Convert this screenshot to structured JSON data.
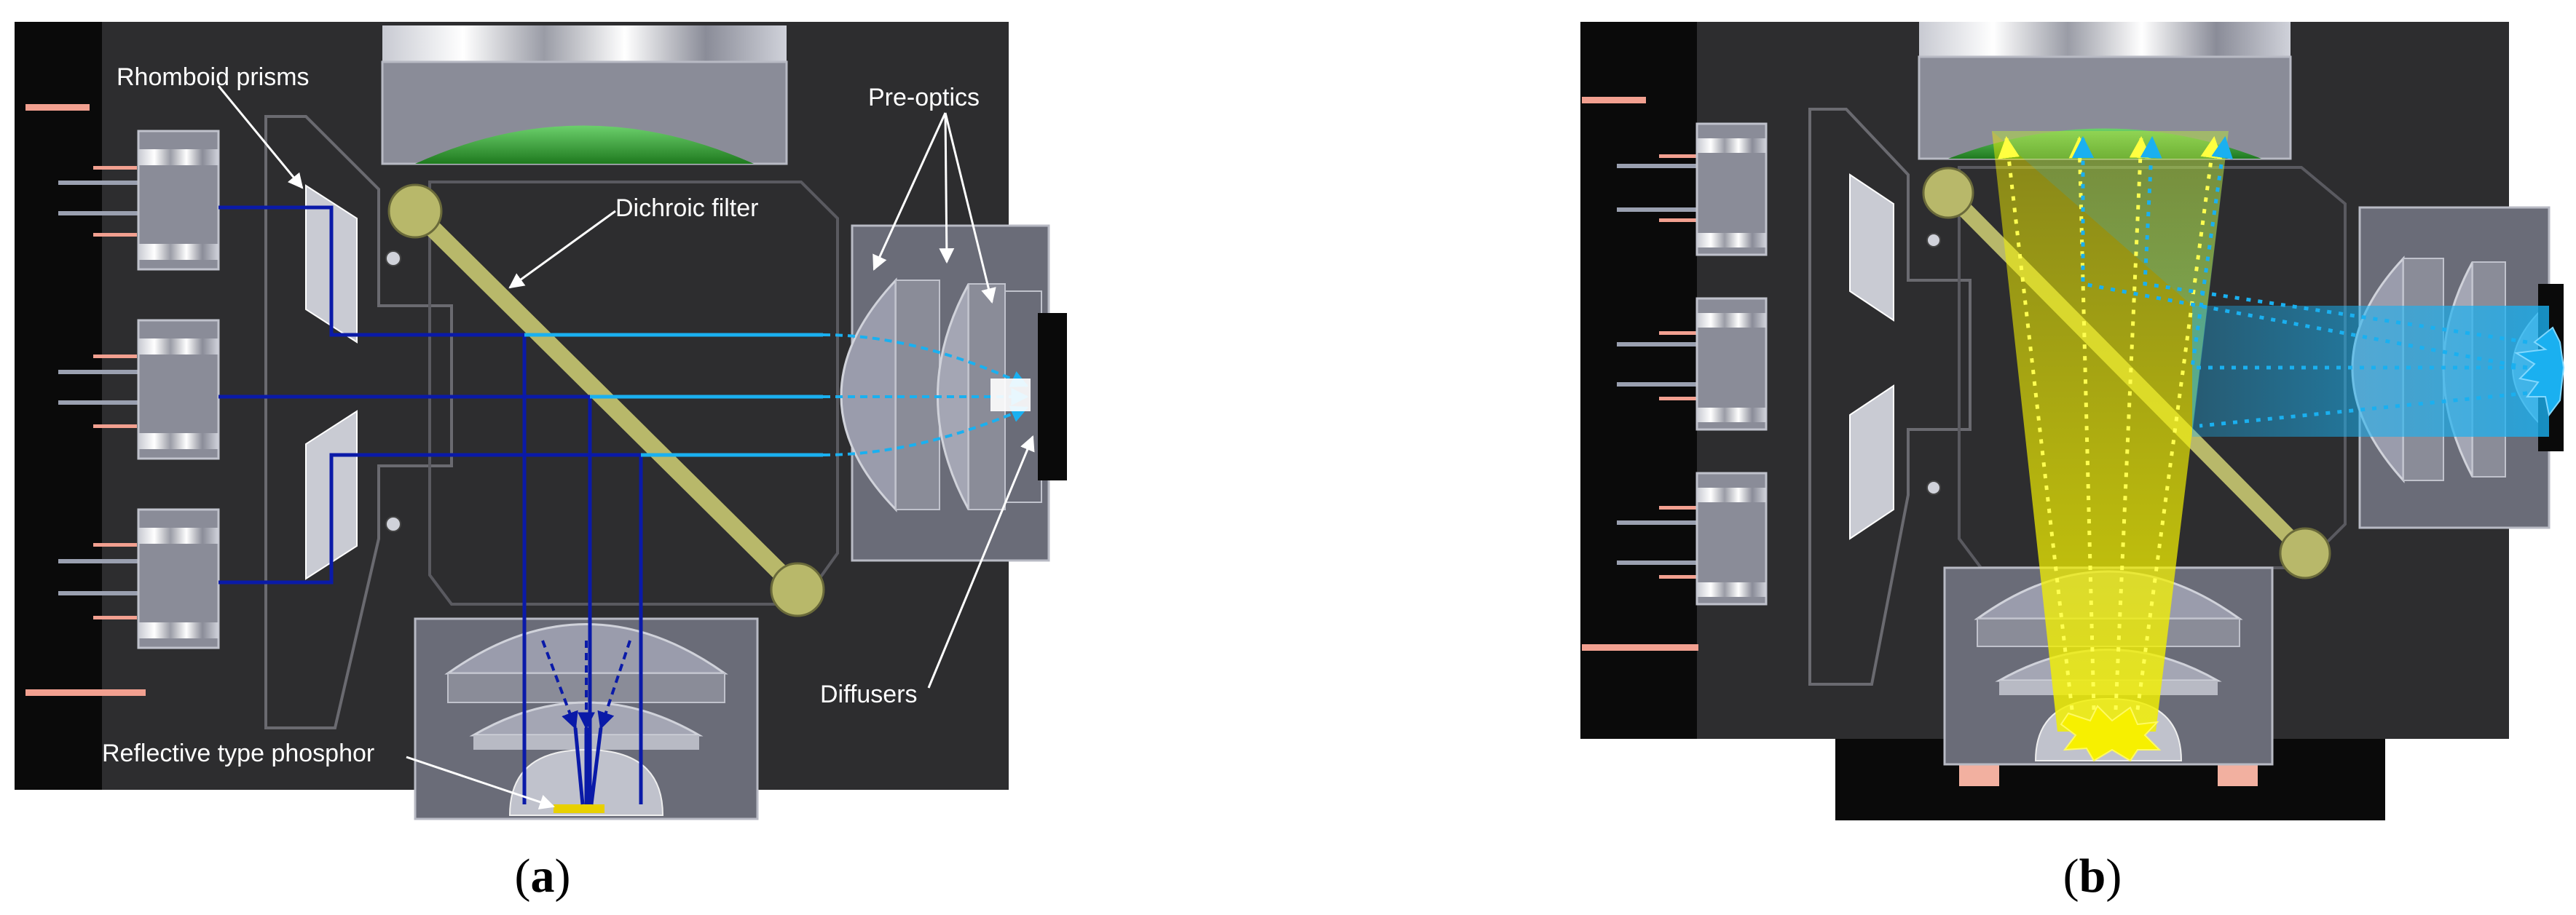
{
  "panels": [
    {
      "id": "a",
      "caption": {
        "open": "(",
        "letter": "a",
        "close": ")"
      },
      "labels": {
        "rhomboid": "Rhomboid prisms",
        "preoptics": "Pre-optics",
        "dichroic": "Dichroic filter",
        "diffusers": "Diffusers",
        "phosphor": "Reflective type phosphor"
      }
    },
    {
      "id": "b",
      "caption": {
        "open": "(",
        "letter": "b",
        "close": ")"
      }
    }
  ],
  "colors": {
    "housing": "#2d2d2f",
    "pcb": "#0a0a0a",
    "metal": "#8a8c98",
    "filter": "#b8b86a",
    "lens_green": "#2e9b2e",
    "laser_blue": "#0a1aa8",
    "cyan_light": "#1ab0f0",
    "yellow_light": "#f2f000"
  }
}
